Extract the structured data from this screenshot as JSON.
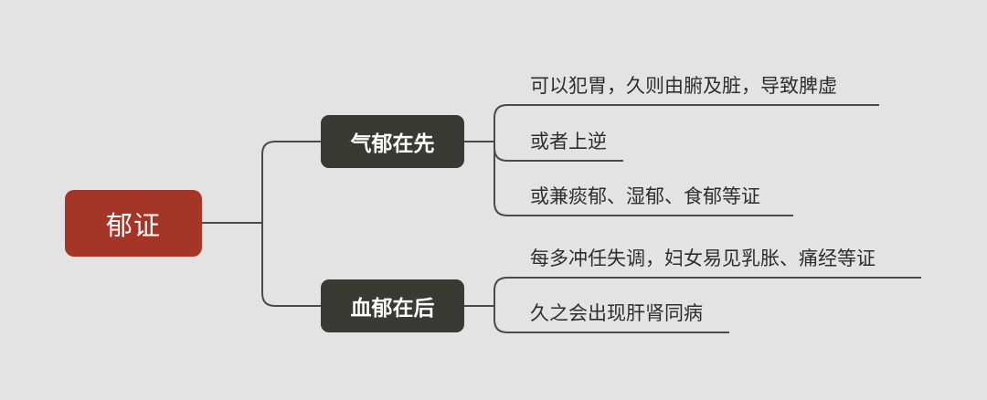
{
  "colors": {
    "background": "#e3e3e3",
    "root_fill": "#a53527",
    "branch_fill": "#3a3a34",
    "connector": "#4a4a4a"
  },
  "root": {
    "label": "郁证"
  },
  "branches": [
    {
      "label": "气郁在先",
      "children": [
        "可以犯胃，久则由腑及脏，导致脾虚",
        "或者上逆",
        "或兼痰郁、湿郁、食郁等证"
      ]
    },
    {
      "label": "血郁在后",
      "children": [
        "每多冲任失调，妇女易见乳胀、痛经等证",
        "久之会出现肝肾同病"
      ]
    }
  ]
}
